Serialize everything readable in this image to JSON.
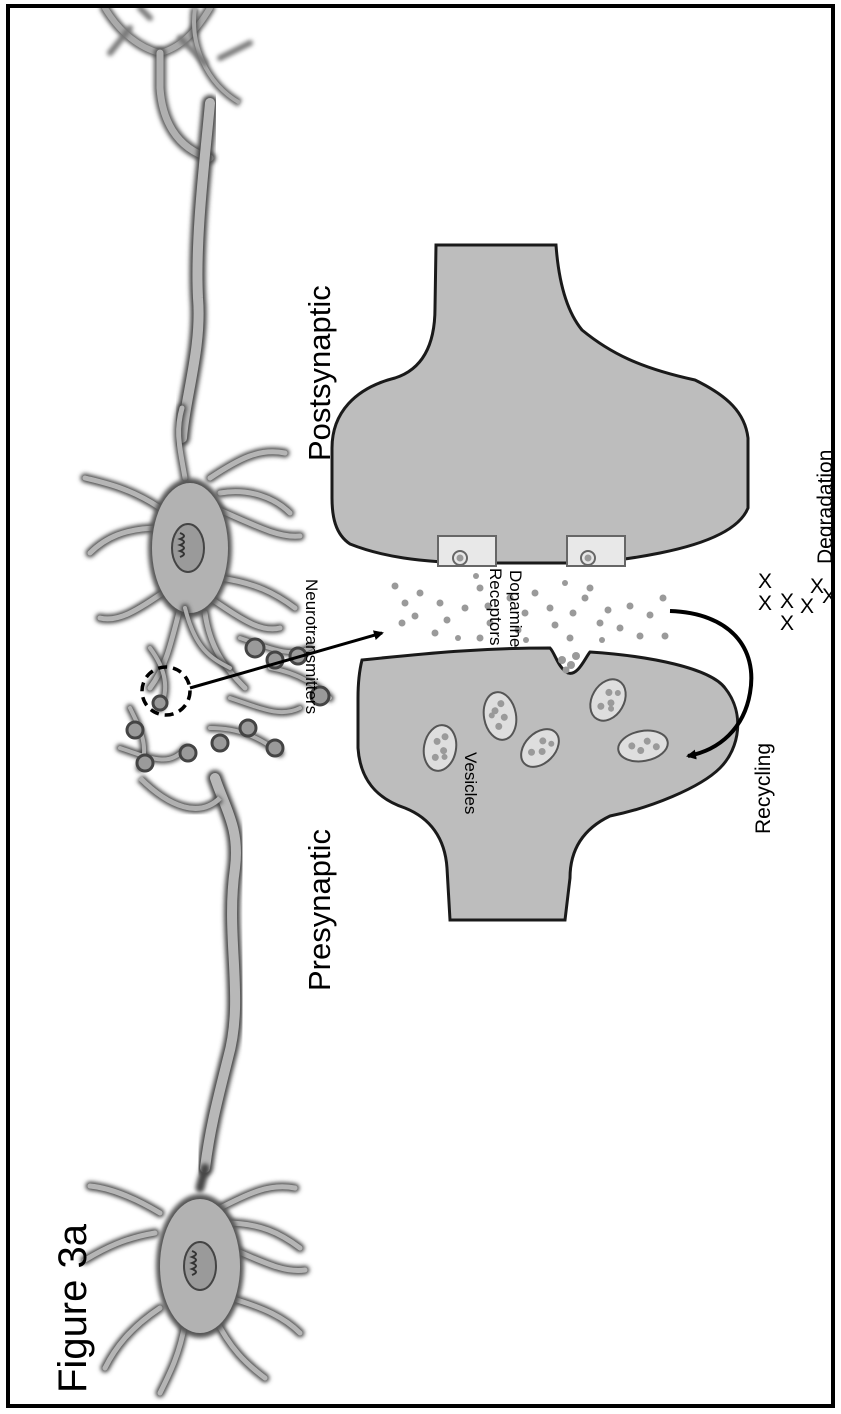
{
  "figure": {
    "title": "Figure 3a",
    "labels": {
      "presynaptic": "Presynaptic",
      "postsynaptic": "Postsynaptic",
      "vesicles": "Vesicles",
      "neurotransmitters": "Neurotransmitters",
      "dopamine": "Dopamine",
      "receptors": "Receptors",
      "recycling": "Recycling",
      "degradation": "Degradation"
    },
    "degradation_marks": [
      "X",
      "X",
      "X",
      "X",
      "X",
      "X",
      "X"
    ]
  },
  "colors": {
    "cell_fill": "#a8a8a8",
    "terminal_fill": "#bdbdbd",
    "outline": "#1a1a1a",
    "particle": "#9a9a9a",
    "vesicle_fill": "#dedede",
    "receptor_fill": "#e8e8e8"
  }
}
